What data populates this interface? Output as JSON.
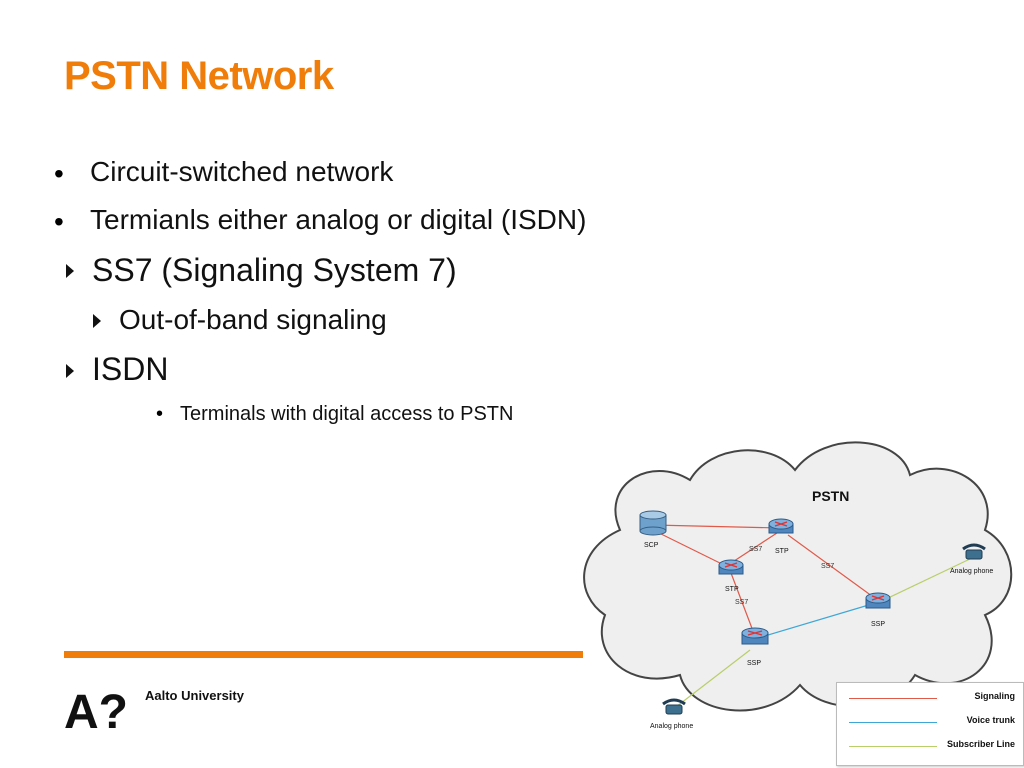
{
  "slide": {
    "title": "PSTN Network",
    "bullets": [
      {
        "text": "Circuit-switched network"
      },
      {
        "text": "Termianls either analog or digital (ISDN)"
      },
      {
        "text": "SS7 (Signaling System 7)"
      },
      {
        "text": "Out-of-band signaling"
      },
      {
        "text": "ISDN"
      },
      {
        "text": "Terminals with digital access to PSTN"
      }
    ]
  },
  "footer": {
    "org_name": "Aalto University",
    "logo_text": "A?"
  },
  "diagram": {
    "cloud_label": "PSTN",
    "nodes": {
      "scp": "SCP",
      "stp_top": "STP",
      "stp_left": "STP",
      "ssp_right": "SSP",
      "ssp_bottom": "SSP",
      "phone_right": "Analog phone",
      "phone_bottom": "Analog phone"
    },
    "link_labels": {
      "ss7_top": "SS7",
      "ss7_right": "SS7",
      "ss7_left": "SS7"
    },
    "colors": {
      "signaling": "#e05a4a",
      "voice_trunk": "#3fa7d6",
      "subscriber_line": "#b8cf6a",
      "accent": "#f07d0a"
    }
  },
  "legend": {
    "items": [
      {
        "label": "Signaling"
      },
      {
        "label": "Voice trunk"
      },
      {
        "label": "Subscriber Line"
      }
    ]
  }
}
